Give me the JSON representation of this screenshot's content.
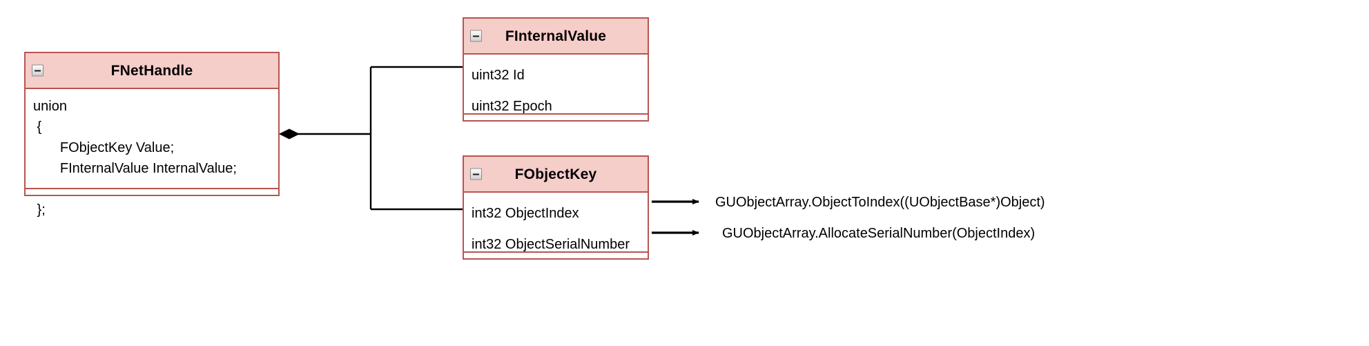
{
  "diagram": {
    "type": "uml-class-diagram",
    "background": "#ffffff",
    "accent_border": "#b85450",
    "header_fill": "#f5cdc9",
    "line_color": "#000000"
  },
  "classes": [
    {
      "id": "fnethandle",
      "name": "FNetHandle",
      "collapse_icon": "minus-icon",
      "body_kind": "code",
      "code_lines": [
        "union",
        " {",
        "       FObjectKey Value;",
        "       FInternalValue InternalValue;",
        "",
        " };"
      ]
    },
    {
      "id": "finternalvalue",
      "name": "FInternalValue",
      "collapse_icon": "minus-icon",
      "body_kind": "attributes",
      "attributes": [
        "uint32 Id",
        "uint32 Epoch"
      ]
    },
    {
      "id": "fobjectkey",
      "name": "FObjectKey",
      "collapse_icon": "minus-icon",
      "body_kind": "attributes",
      "attributes": [
        "int32 ObjectIndex",
        "int32 ObjectSerialNumber"
      ]
    }
  ],
  "edge_labels": {
    "object_to_index": "GUObjectArray.ObjectToIndex((UObjectBase*)Object)",
    "allocate_serial_number": "GUObjectArray.AllocateSerialNumber(ObjectIndex)"
  },
  "connectors": [
    {
      "id": "composition-fnethandle",
      "from": "fnethandle",
      "to": [
        "finternalvalue",
        "fobjectkey"
      ],
      "end_decoration": "filled-diamond"
    },
    {
      "id": "arrow-object-index",
      "from": "fobjectkey.ObjectIndex",
      "to": "object_to_index",
      "end_decoration": "filled-arrow"
    },
    {
      "id": "arrow-object-serial-number",
      "from": "fobjectkey.ObjectSerialNumber",
      "to": "allocate_serial_number",
      "end_decoration": "filled-arrow"
    }
  ]
}
